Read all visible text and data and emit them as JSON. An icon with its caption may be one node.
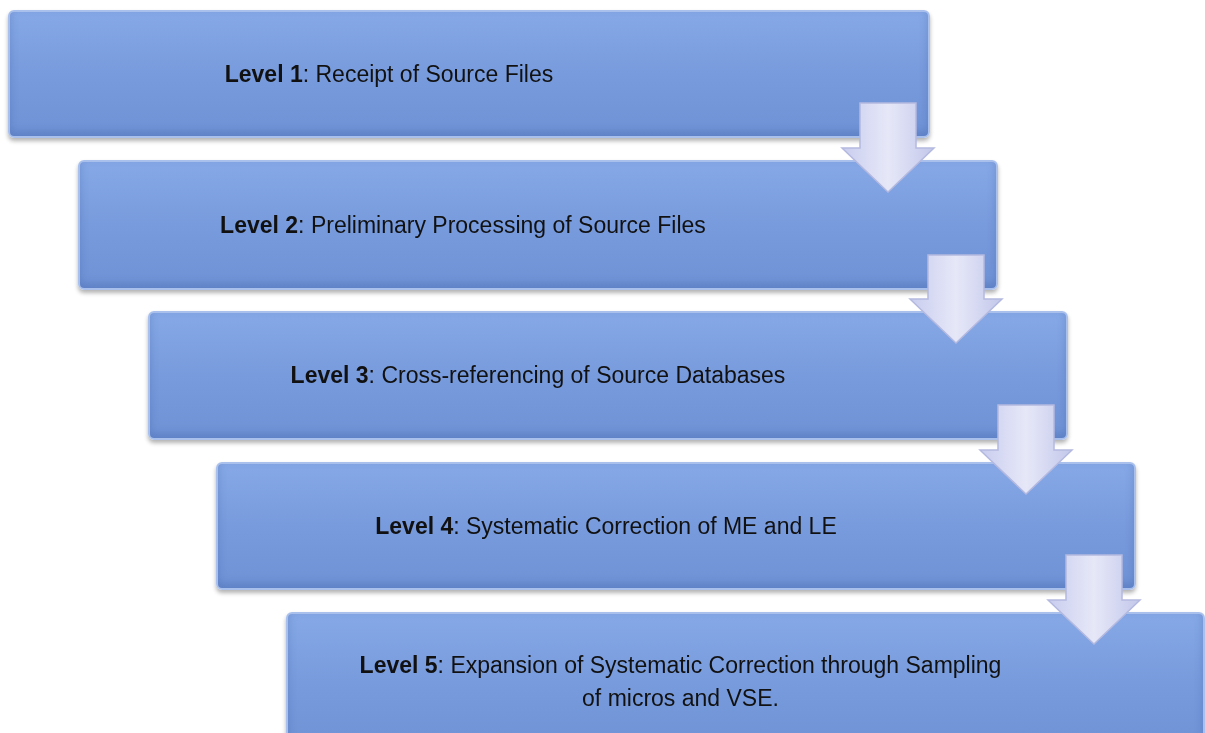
{
  "diagram": {
    "nodes": [
      {
        "text": [
          "**Level 1**:  Receipt of Source Files"
        ]
      },
      {
        "text": [
          "**Level 2**: Preliminary Processing of Source Files"
        ]
      },
      {
        "text": [
          "**Level 3**: Cross-referencing of Source Databases"
        ]
      },
      {
        "text": [
          "**Level 4**: Systematic Correction of ME and LE"
        ]
      },
      {
        "text": [
          "**Level 5**: Expansion of Systematic Correction through Sampling of micros and VSE."
        ]
      }
    ],
    "edges": [
      {
        "from": 0,
        "to": 1,
        "arrow": "to"
      },
      {
        "from": 1,
        "to": 2,
        "arrow": "to"
      },
      {
        "from": 2,
        "to": 3,
        "arrow": "to"
      },
      {
        "from": 3,
        "to": 4,
        "arrow": "to"
      }
    ]
  }
}
